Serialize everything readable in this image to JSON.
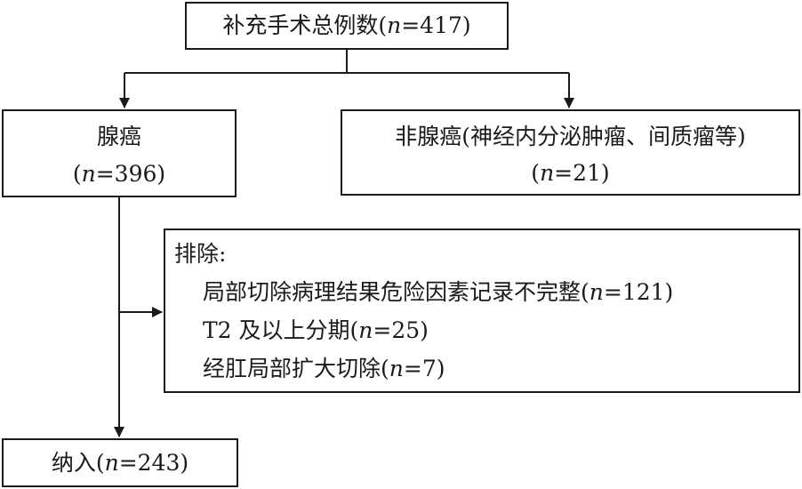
{
  "colors": {
    "stroke": "#1a1a1a",
    "background": "#ffffff"
  },
  "top_box": {
    "text_before": "补充手术总例数(",
    "n_var": "n",
    "text_after": "=417)"
  },
  "adenocarcinoma_box": {
    "title": "腺癌",
    "count_before": "(",
    "n_var": "n",
    "count_after": "=396)"
  },
  "non_adenocarcinoma_box": {
    "title": "非腺癌(神经内分泌肿瘤、间质瘤等)",
    "count_before": "(",
    "n_var": "n",
    "count_after": "=21)"
  },
  "exclusion_box": {
    "heading": "排除:",
    "items": [
      {
        "text_before": "局部切除病理结果危险因素记录不完整(",
        "n_var": "n",
        "text_after": "=121)"
      },
      {
        "text_before": "T2 及以上分期(",
        "n_var": "n",
        "text_after": "=25)"
      },
      {
        "text_before": "经肛局部扩大切除(",
        "n_var": "n",
        "text_after": "=7)"
      }
    ]
  },
  "included_box": {
    "text_before": "纳入(",
    "n_var": "n",
    "text_after": "=243)"
  }
}
